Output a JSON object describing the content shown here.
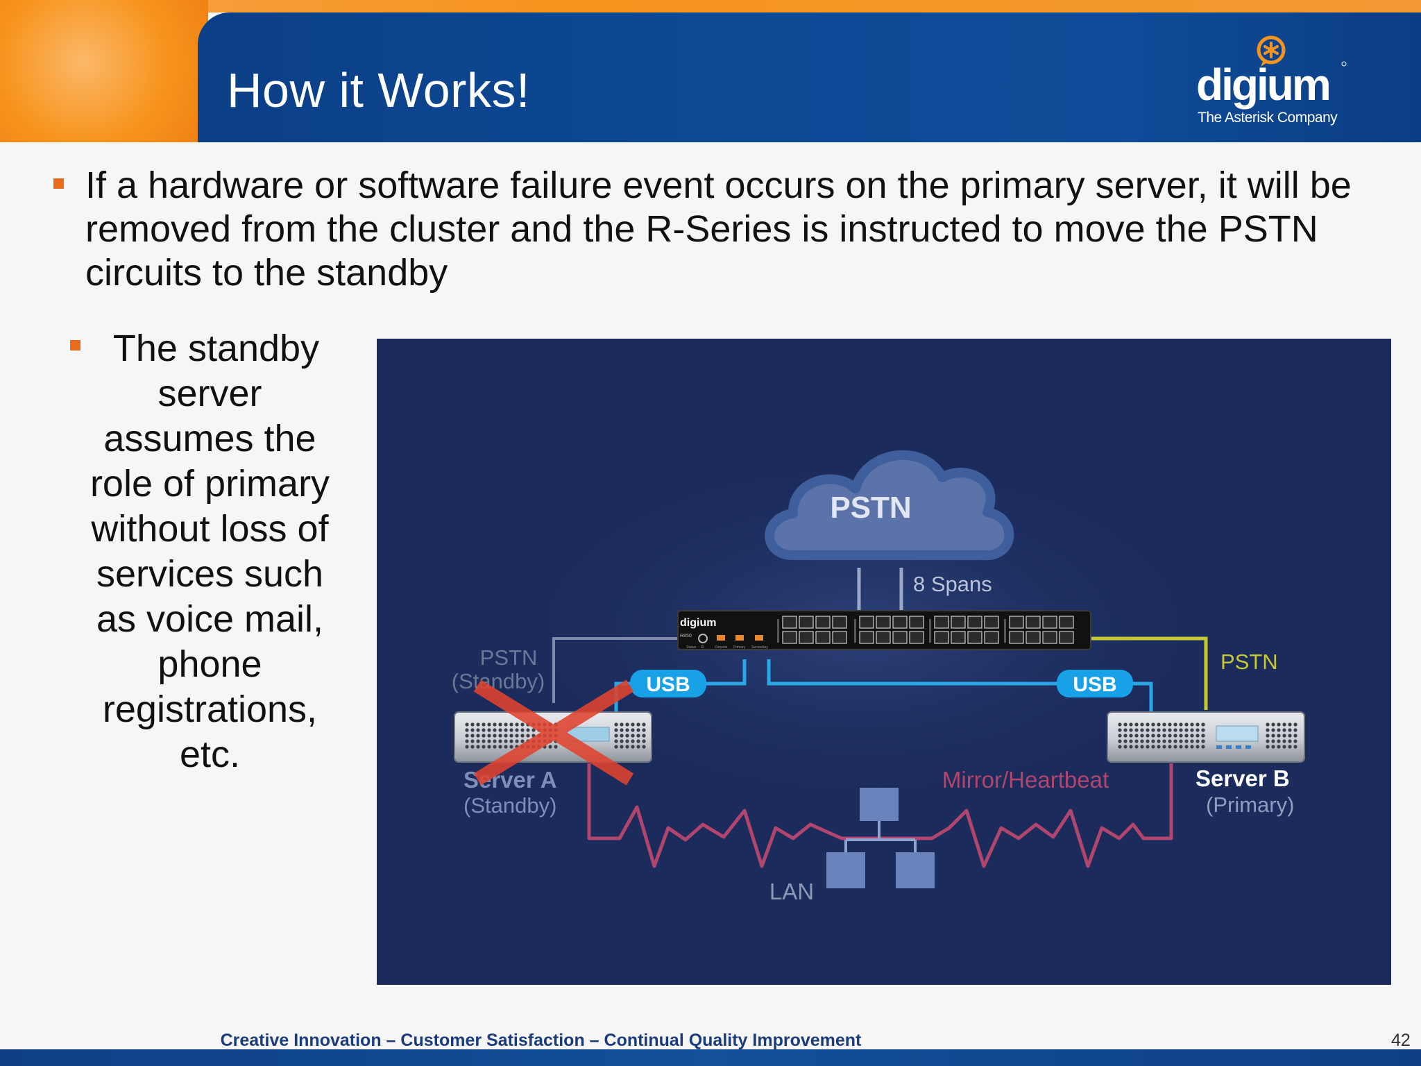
{
  "header": {
    "title": "How it Works!",
    "logo_text": "digium",
    "logo_tagline": "The Asterisk Company"
  },
  "bullets": {
    "main": "If a hardware or software failure event occurs on the primary server, it will be removed from the cluster and the R-Series is instructed to move the PSTN circuits to the standby",
    "side_lines": [
      "The standby",
      "server",
      "assumes the",
      "role of primary",
      "without loss of",
      "services such",
      "as voice mail,",
      "phone",
      "registrations,",
      "etc."
    ]
  },
  "diagram": {
    "cloud_label": "PSTN",
    "spans_label": "8 Spans",
    "device_brand": "digium",
    "device_model": "R850",
    "device_port_labels": [
      "Status",
      "ID",
      "Console",
      "Primary",
      "Secondary"
    ],
    "pstn_standby_label": "PSTN",
    "pstn_standby_sub": "(Standby)",
    "pstn_right_label": "PSTN",
    "usb_left": "USB",
    "usb_right": "USB",
    "server_a_name": "Server A",
    "server_a_role": "(Standby)",
    "server_b_name": "Server B",
    "server_b_role": "(Primary)",
    "mirror_label": "Mirror/Heartbeat",
    "lan_label": "LAN",
    "colors": {
      "background": "#1b2b5c",
      "cloud": "#5b73a8",
      "usb_line": "#2aa7e6",
      "pstn_right_line": "#c7c930",
      "heartbeat_line": "#b0456e",
      "failure_x": "#e0442f"
    }
  },
  "footer": {
    "tagline": "Creative Innovation – Customer Satisfaction – Continual Quality Improvement",
    "page_number": "42"
  }
}
